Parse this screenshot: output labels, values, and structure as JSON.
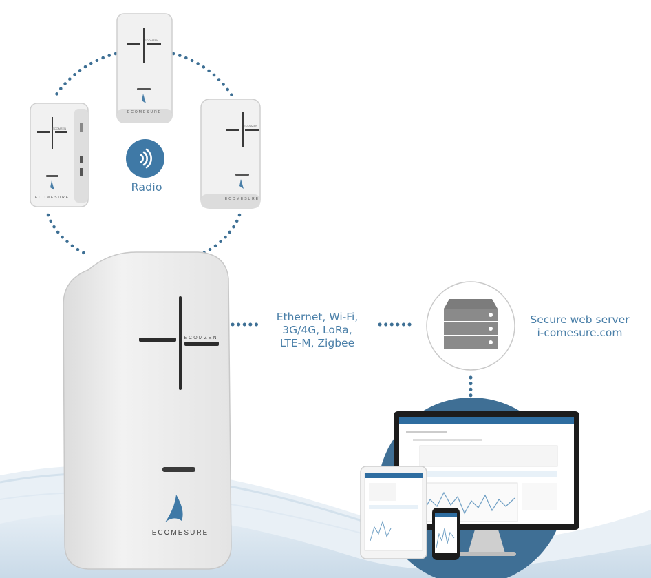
{
  "radio": {
    "label": "Radio",
    "icon": "radio-waves-icon"
  },
  "connectivity": {
    "lines": [
      "Ethernet, Wi-Fi,",
      "3G/4G, LoRa,",
      "LTE-M, Zigbee"
    ]
  },
  "server": {
    "lines": [
      "Secure web server",
      "i-comesure.com"
    ],
    "icon": "server-rack-icon"
  },
  "devices": {
    "main_brand": "ECOMESURE",
    "main_model": "ECOMZEN",
    "sensor_brand": "ECOMESURE",
    "sensor_model": "ECOMZEN"
  },
  "colors": {
    "accent": "#3f79a6",
    "text": "#4a7fa8",
    "dots": "#3d6f94",
    "device_body": "#eeeeee",
    "wave_light": "#dbe7f1"
  }
}
